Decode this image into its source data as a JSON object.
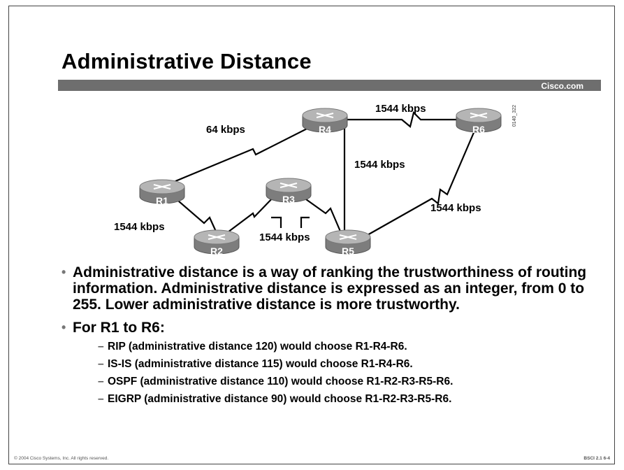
{
  "slide": {
    "title": "Administrative Distance",
    "brand": "Cisco.com",
    "figure_code": "0140_322",
    "footer_left": "© 2004 Cisco Systems, Inc. All rights reserved.",
    "footer_right": "BSCI 2.1   6-4"
  },
  "diagram": {
    "routers": [
      "R1",
      "R2",
      "R3",
      "R4",
      "R5",
      "R6"
    ],
    "link_labels": {
      "r1_r4": "64 kbps",
      "r4_r6": "1544 kbps",
      "r4_r5": "1544 kbps",
      "r5_r6": "1544 kbps",
      "r1_r2": "1544 kbps",
      "r3_r5": "1544 kbps"
    },
    "colors": {
      "router_body": "#7d7d7d",
      "router_top": "#b5b5b5",
      "router_label": "#ffffff",
      "link": "#000000"
    }
  },
  "bullets": {
    "main": "Administrative distance is a way of ranking the trustworthiness of routing information. Administrative distance is expressed as an integer, from 0 to 255. Lower administrative distance is more trustworthy.",
    "second": "For R1 to R6:",
    "subs": [
      "RIP (administrative distance 120) would choose R1-R4-R6.",
      "IS-IS (administrative distance 115) would choose R1-R4-R6.",
      "OSPF (administrative distance 110) would choose R1-R2-R3-R5-R6.",
      "EIGRP (administrative distance 90) would choose R1-R2-R3-R5-R6."
    ]
  }
}
